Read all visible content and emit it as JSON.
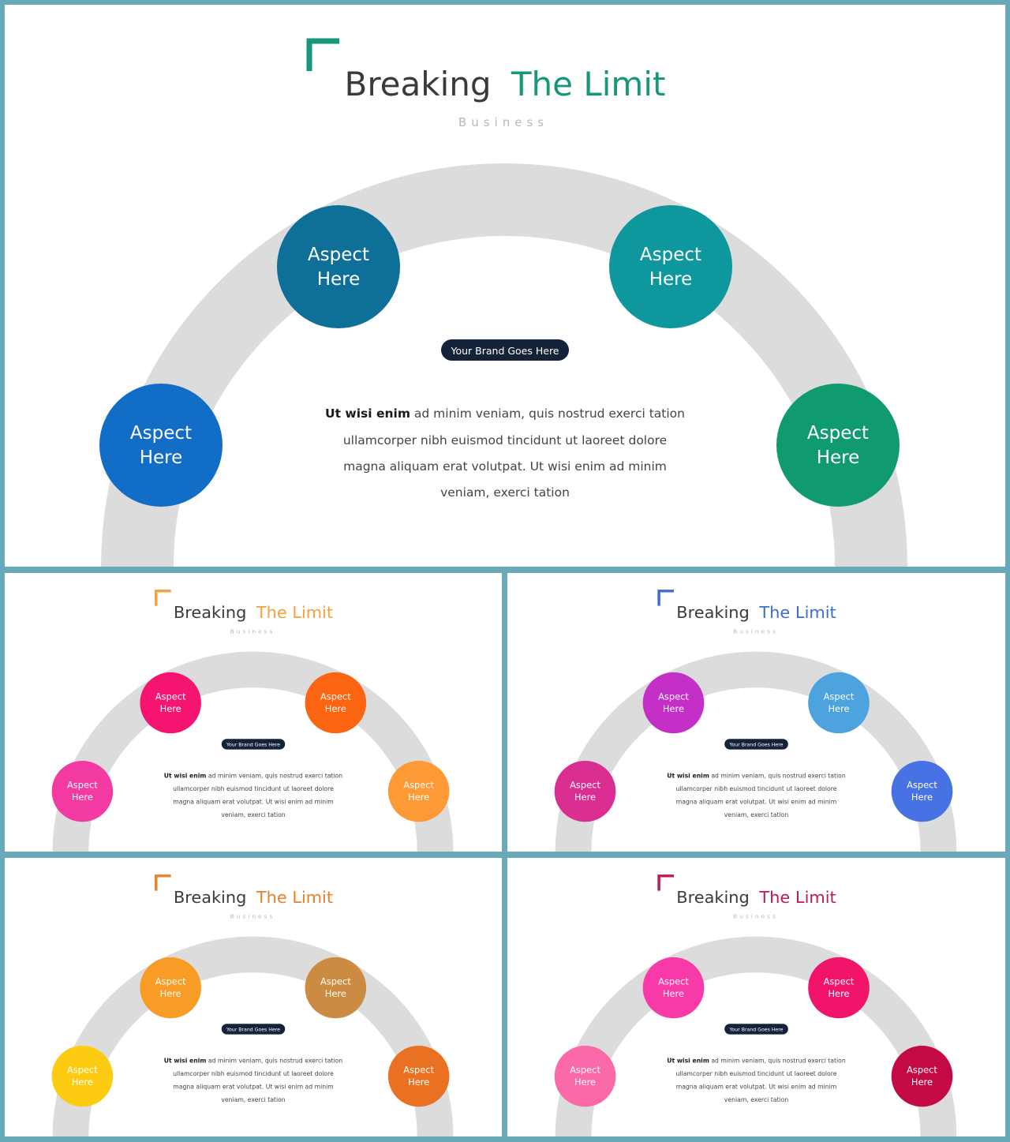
{
  "slides": [
    {
      "id": "main",
      "title_part1": "Breaking",
      "title_part2": "The Limit",
      "subtitle": "Business",
      "accent": "#16967a",
      "pill_label": "Your Brand Goes Here",
      "body_bold": "Ut wisi enim",
      "body_lines": [
        " ad minim veniam, quis nostrud exerci tation",
        "ullamcorper nibh euismod tincidunt ut laoreet dolore",
        "magna aliquam erat volutpat. Ut wisi enim ad minim",
        "veniam, exerci tation"
      ],
      "circles": [
        {
          "label1": "Aspect",
          "label2": "Here",
          "color": "#126dc6"
        },
        {
          "label1": "Aspect",
          "label2": "Here",
          "color": "#0e6f98"
        },
        {
          "label1": "Aspect",
          "label2": "Here",
          "color": "#0e989d"
        },
        {
          "label1": "Aspect",
          "label2": "Here",
          "color": "#0f9a70"
        }
      ]
    },
    {
      "id": "tl",
      "title_part1": "Breaking",
      "title_part2": "The Limit",
      "subtitle": "Business",
      "accent": "#f5a03b",
      "pill_label": "Your Brand Goes Here",
      "body_bold": "Ut wisi enim",
      "body_lines": [
        " ad minim veniam, quis nostrud exerci tation",
        "ullamcorper nibh euismod tincidunt ut laoreet dolore",
        "magna aliquam erat volutpat. Ut wisi enim ad minim",
        "veniam, exerci tation"
      ],
      "circles": [
        {
          "label1": "Aspect",
          "label2": "Here",
          "color": "#f33aa2"
        },
        {
          "label1": "Aspect",
          "label2": "Here",
          "color": "#f5146f"
        },
        {
          "label1": "Aspect",
          "label2": "Here",
          "color": "#fb6410"
        },
        {
          "label1": "Aspect",
          "label2": "Here",
          "color": "#fd9a36"
        }
      ]
    },
    {
      "id": "tr",
      "title_part1": "Breaking",
      "title_part2": "The Limit",
      "subtitle": "Business",
      "accent": "#3a6fd0",
      "pill_label": "Your Brand Goes Here",
      "body_bold": "Ut wisi enim",
      "body_lines": [
        " ad minim veniam, quis nostrud exerci tation",
        "ullamcorper nibh euismod tincidunt ut laoreet dolore",
        "magna aliquam erat volutpat. Ut wisi enim ad minim",
        "veniam, exerci tation"
      ],
      "circles": [
        {
          "label1": "Aspect",
          "label2": "Here",
          "color": "#db2e92"
        },
        {
          "label1": "Aspect",
          "label2": "Here",
          "color": "#c42fc8"
        },
        {
          "label1": "Aspect",
          "label2": "Here",
          "color": "#4ca3de"
        },
        {
          "label1": "Aspect",
          "label2": "Here",
          "color": "#4672e4"
        }
      ]
    },
    {
      "id": "bl",
      "title_part1": "Breaking",
      "title_part2": "The Limit",
      "subtitle": "Business",
      "accent": "#e8812a",
      "pill_label": "Your Brand Goes Here",
      "body_bold": "Ut wisi enim",
      "body_lines": [
        " ad minim veniam, quis nostrud exerci tation",
        "ullamcorper nibh euismod tincidunt ut laoreet dolore",
        "magna aliquam erat volutpat. Ut wisi enim ad minim",
        "veniam, exerci tation"
      ],
      "circles": [
        {
          "label1": "Aspect",
          "label2": "Here",
          "color": "#fdcc12"
        },
        {
          "label1": "Aspect",
          "label2": "Here",
          "color": "#f99c26"
        },
        {
          "label1": "Aspect",
          "label2": "Here",
          "color": "#cc8b43"
        },
        {
          "label1": "Aspect",
          "label2": "Here",
          "color": "#ea7022"
        }
      ]
    },
    {
      "id": "br",
      "title_part1": "Breaking",
      "title_part2": "The Limit",
      "subtitle": "Business",
      "accent": "#c01a52",
      "pill_label": "Your Brand Goes Here",
      "body_bold": "Ut wisi enim",
      "body_lines": [
        " ad minim veniam, quis nostrud exerci tation",
        "ullamcorper nibh euismod tincidunt ut laoreet dolore",
        "magna aliquam erat volutpat. Ut wisi enim ad minim",
        "veniam, exerci tation"
      ],
      "circles": [
        {
          "label1": "Aspect",
          "label2": "Here",
          "color": "#fa6aa8"
        },
        {
          "label1": "Aspect",
          "label2": "Here",
          "color": "#f73aa8"
        },
        {
          "label1": "Aspect",
          "label2": "Here",
          "color": "#f2146a"
        },
        {
          "label1": "Aspect",
          "label2": "Here",
          "color": "#c30a45"
        }
      ]
    }
  ]
}
